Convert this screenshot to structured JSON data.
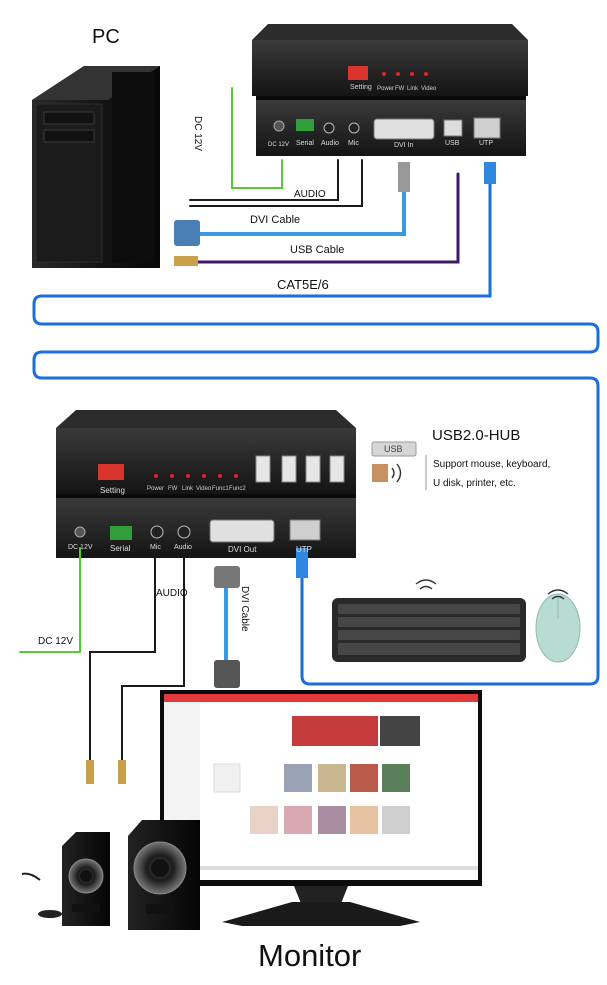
{
  "title_pc": "PC",
  "title_monitor": "Monitor",
  "transmitter": {
    "switch_label": "Setting",
    "leds": [
      "Power",
      "FW",
      "Link",
      "Video"
    ],
    "ports": [
      "DC 12V",
      "Serial",
      "Audio",
      "Mic",
      "DVI In",
      "USB",
      "UTP"
    ]
  },
  "receiver": {
    "switch_label": "Setting",
    "leds": [
      "Power",
      "FW",
      "Link",
      "Video",
      "Func1",
      "Func2"
    ],
    "ports": [
      "DC 12V",
      "Serial",
      "Mic",
      "Audio",
      "DVI Out",
      "UTP"
    ]
  },
  "cables": {
    "dc_top": "DC 12V",
    "audio_top": "AUDIO",
    "dvi_top": "DVI Cable",
    "usb_top": "USB Cable",
    "cat": "CAT5E/6",
    "audio_bottom": "AUDIO",
    "dvi_bottom": "DVI Cable",
    "dc_bottom": "DC 12V"
  },
  "usb_hub": {
    "title": "USB2.0-HUB",
    "usb_chip": "USB",
    "support": [
      "Support mouse, keyboard,",
      "U disk, printer, etc."
    ]
  },
  "colors": {
    "dc": "#58c837",
    "audio": "#1a1a1a",
    "dvi": "#3a9ae0",
    "usb": "#3c1a66",
    "cat": "#1a6fdc"
  }
}
